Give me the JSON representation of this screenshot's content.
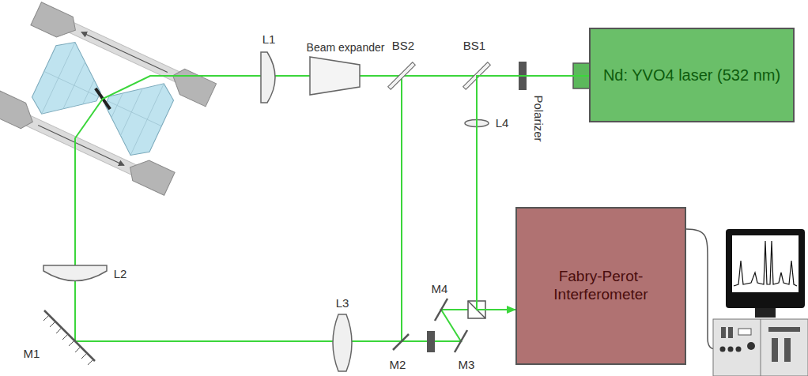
{
  "diagram": {
    "nodes": [
      {
        "text": [
          "Nd: YVO4 laser (532 nm)"
        ]
      },
      {
        "text": [
          "Fabry-Perot- Interferometer"
        ]
      }
    ],
    "edges": [
      {
        "from": 0,
        "to": 1,
        "arrow": "to"
      }
    ],
    "labels": [
      "L1",
      "Beam expander",
      "BS2",
      "BS1",
      "Polarizer",
      "L4",
      "L2",
      "M1",
      "L3",
      "M2",
      "M3",
      "M4"
    ]
  }
}
